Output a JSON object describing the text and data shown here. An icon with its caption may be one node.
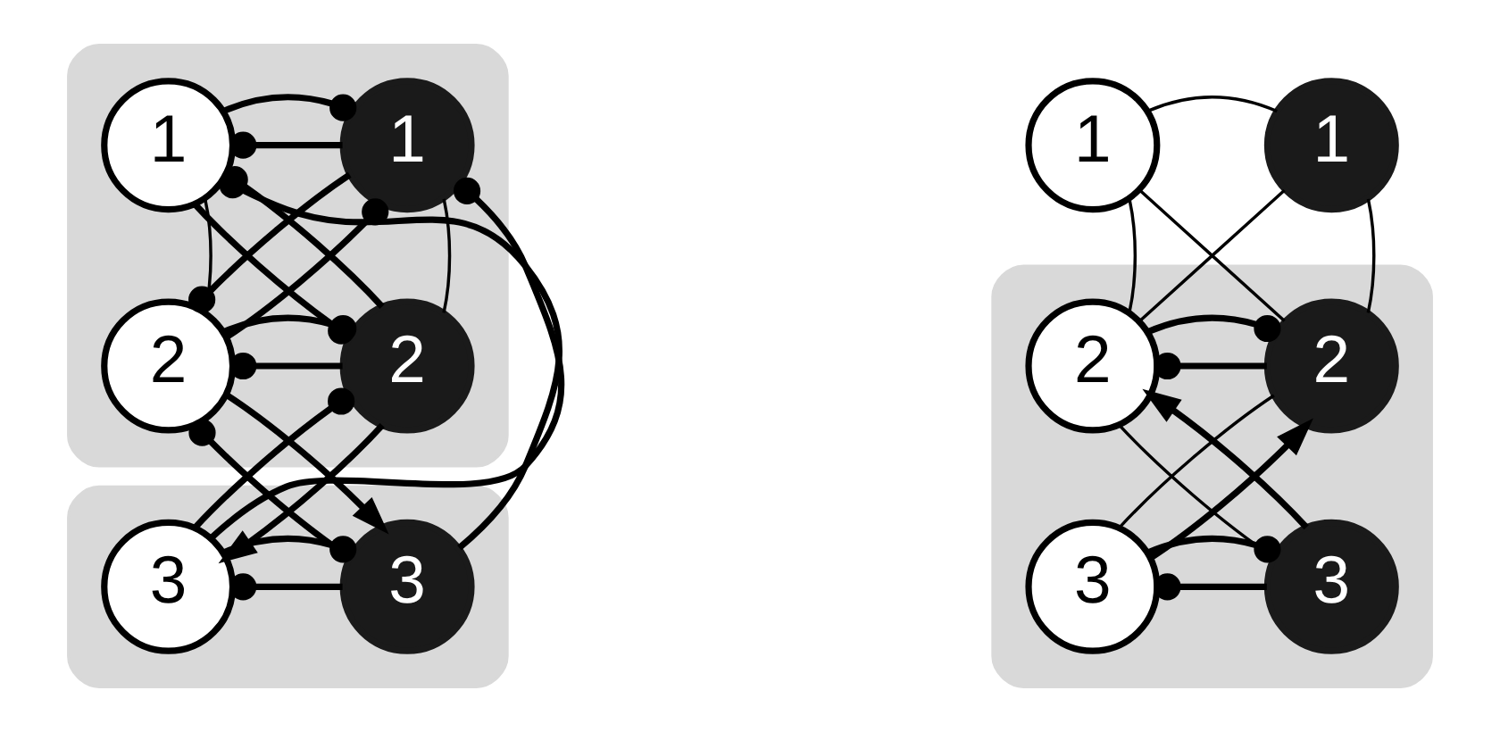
{
  "diagram": {
    "nodes": [
      {
        "text": [],
        "shape": "box"
      },
      {
        "text": [
          "1"
        ],
        "in": 0
      },
      {
        "text": [
          "1"
        ],
        "in": 0
      },
      {
        "text": [
          "2"
        ],
        "in": 0
      },
      {
        "text": [
          "2"
        ],
        "in": 0
      },
      {
        "text": [],
        "shape": "box"
      },
      {
        "text": [
          "3"
        ],
        "in": 5
      },
      {
        "text": [
          "3"
        ],
        "in": 5
      },
      {
        "text": [
          "1"
        ]
      },
      {
        "text": [
          "1"
        ]
      },
      {
        "text": [],
        "shape": "box"
      },
      {
        "text": [
          "2"
        ],
        "in": 10
      },
      {
        "text": [
          "2"
        ],
        "in": 10
      },
      {
        "text": [
          "3"
        ],
        "in": 10
      },
      {
        "text": [
          "3"
        ],
        "in": 10
      }
    ],
    "edges": [
      {
        "from": 2,
        "to": 1,
        "arrow": "other"
      },
      {
        "from": 1,
        "to": 2,
        "arrow": "other"
      },
      {
        "from": 4,
        "to": 1,
        "arrow": "other"
      },
      {
        "from": 1,
        "to": 4,
        "arrow": "other"
      },
      {
        "from": 2,
        "to": 3,
        "arrow": "other"
      },
      {
        "from": 3,
        "to": 2,
        "arrow": "other"
      },
      {
        "from": 1,
        "to": 3,
        "arrow": "none"
      },
      {
        "from": 2,
        "to": 4,
        "arrow": "none"
      },
      {
        "from": 4,
        "to": 3,
        "arrow": "other"
      },
      {
        "from": 3,
        "to": 4,
        "arrow": "other"
      },
      {
        "from": 7,
        "to": 1,
        "arrow": "other"
      },
      {
        "from": 6,
        "to": 2,
        "arrow": "other"
      },
      {
        "from": 7,
        "to": 3,
        "arrow": "other"
      },
      {
        "from": 6,
        "to": 4,
        "arrow": "other"
      },
      {
        "from": 3,
        "to": 7,
        "arrow": "to"
      },
      {
        "from": 4,
        "to": 6,
        "arrow": "to"
      },
      {
        "from": 7,
        "to": 6,
        "arrow": "other"
      },
      {
        "from": 6,
        "to": 7,
        "arrow": "other"
      },
      {
        "from": 8,
        "to": 9,
        "arrow": "none"
      },
      {
        "from": 8,
        "to": 12,
        "arrow": "none"
      },
      {
        "from": 9,
        "to": 11,
        "arrow": "none"
      },
      {
        "from": 8,
        "to": 11,
        "arrow": "none"
      },
      {
        "from": 9,
        "to": 12,
        "arrow": "none"
      },
      {
        "from": 12,
        "to": 11,
        "arrow": "other"
      },
      {
        "from": 11,
        "to": 12,
        "arrow": "other"
      },
      {
        "from": 11,
        "to": 14,
        "arrow": "none"
      },
      {
        "from": 12,
        "to": 13,
        "arrow": "none"
      },
      {
        "from": 14,
        "to": 11,
        "arrow": "to"
      },
      {
        "from": 13,
        "to": 12,
        "arrow": "to"
      },
      {
        "from": 14,
        "to": 13,
        "arrow": "other"
      },
      {
        "from": 13,
        "to": 14,
        "arrow": "other"
      }
    ]
  }
}
